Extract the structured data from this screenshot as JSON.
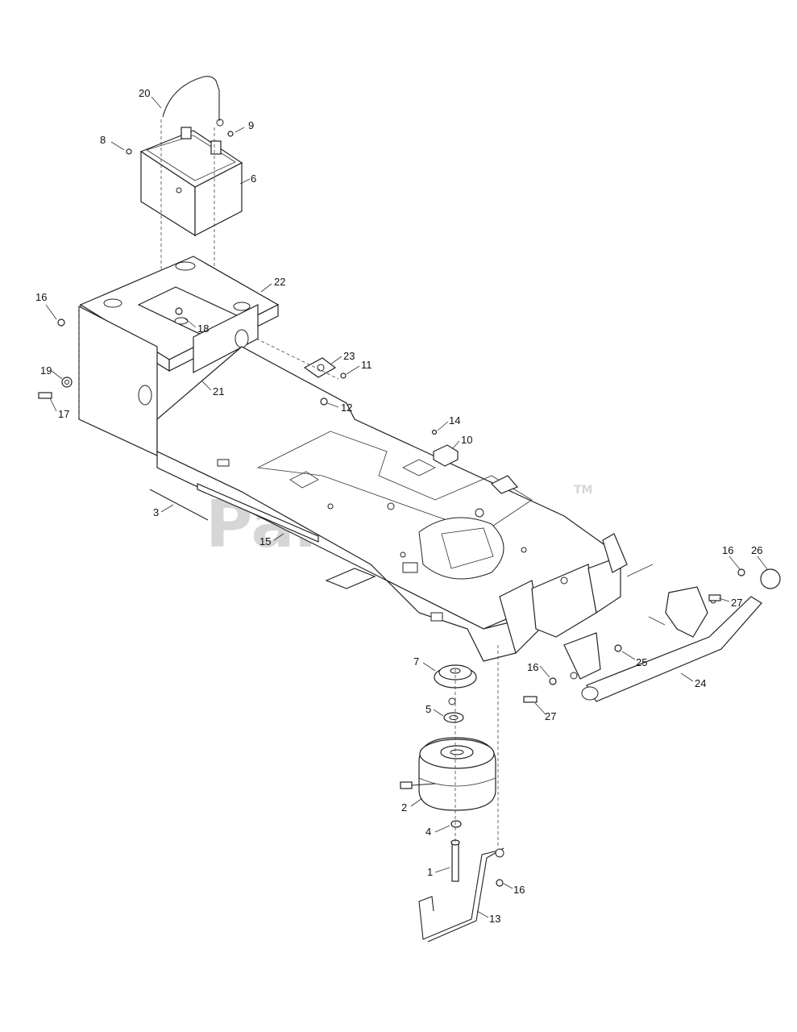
{
  "watermark": {
    "text": "PartsTree",
    "tm": "TM"
  },
  "callouts": [
    "20",
    "9",
    "8",
    "6",
    "22",
    "16",
    "18",
    "23",
    "11",
    "19",
    "21",
    "12",
    "17",
    "14",
    "10",
    "3",
    "15",
    "16",
    "26",
    "27",
    "7",
    "16",
    "25",
    "24",
    "5",
    "27",
    "2",
    "4",
    "1",
    "16",
    "13"
  ]
}
